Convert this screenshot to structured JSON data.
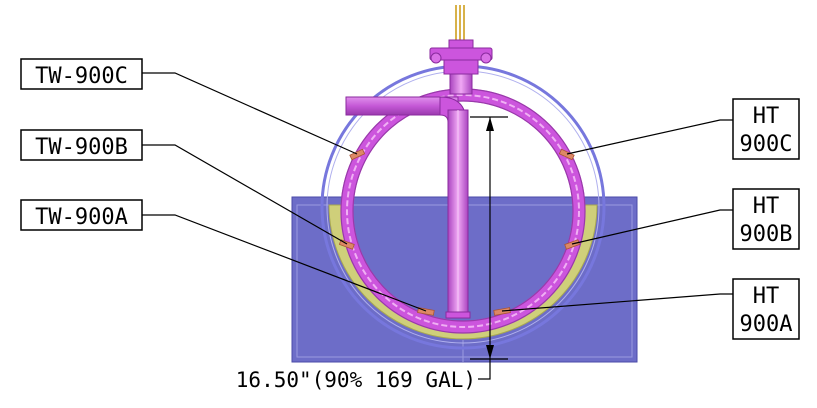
{
  "colors": {
    "background": "#ffffff",
    "saddle": "#6d6dc8",
    "saddle_edge": "#9a9ae0",
    "insulation": "#cfcf7a",
    "jacket": "#7777dd",
    "vessel": "#cc55dd",
    "vessel_light": "#ee99f0",
    "vessel_dark": "#993aaa",
    "nozzle_tube": "#d8b24a",
    "heater_band": "#dd8866",
    "leader": "#000000"
  },
  "labels": {
    "tw_900c": "TW-900C",
    "tw_900b": "TW-900B",
    "tw_900a": "TW-900A",
    "ht_900c_line1": "HT",
    "ht_900c_line2": "900C",
    "ht_900b_line1": "HT",
    "ht_900b_line2": "900B",
    "ht_900a_line1": "HT",
    "ht_900a_line2": "900A",
    "level_dimension": "16.50\"(90% 169 GAL)"
  }
}
